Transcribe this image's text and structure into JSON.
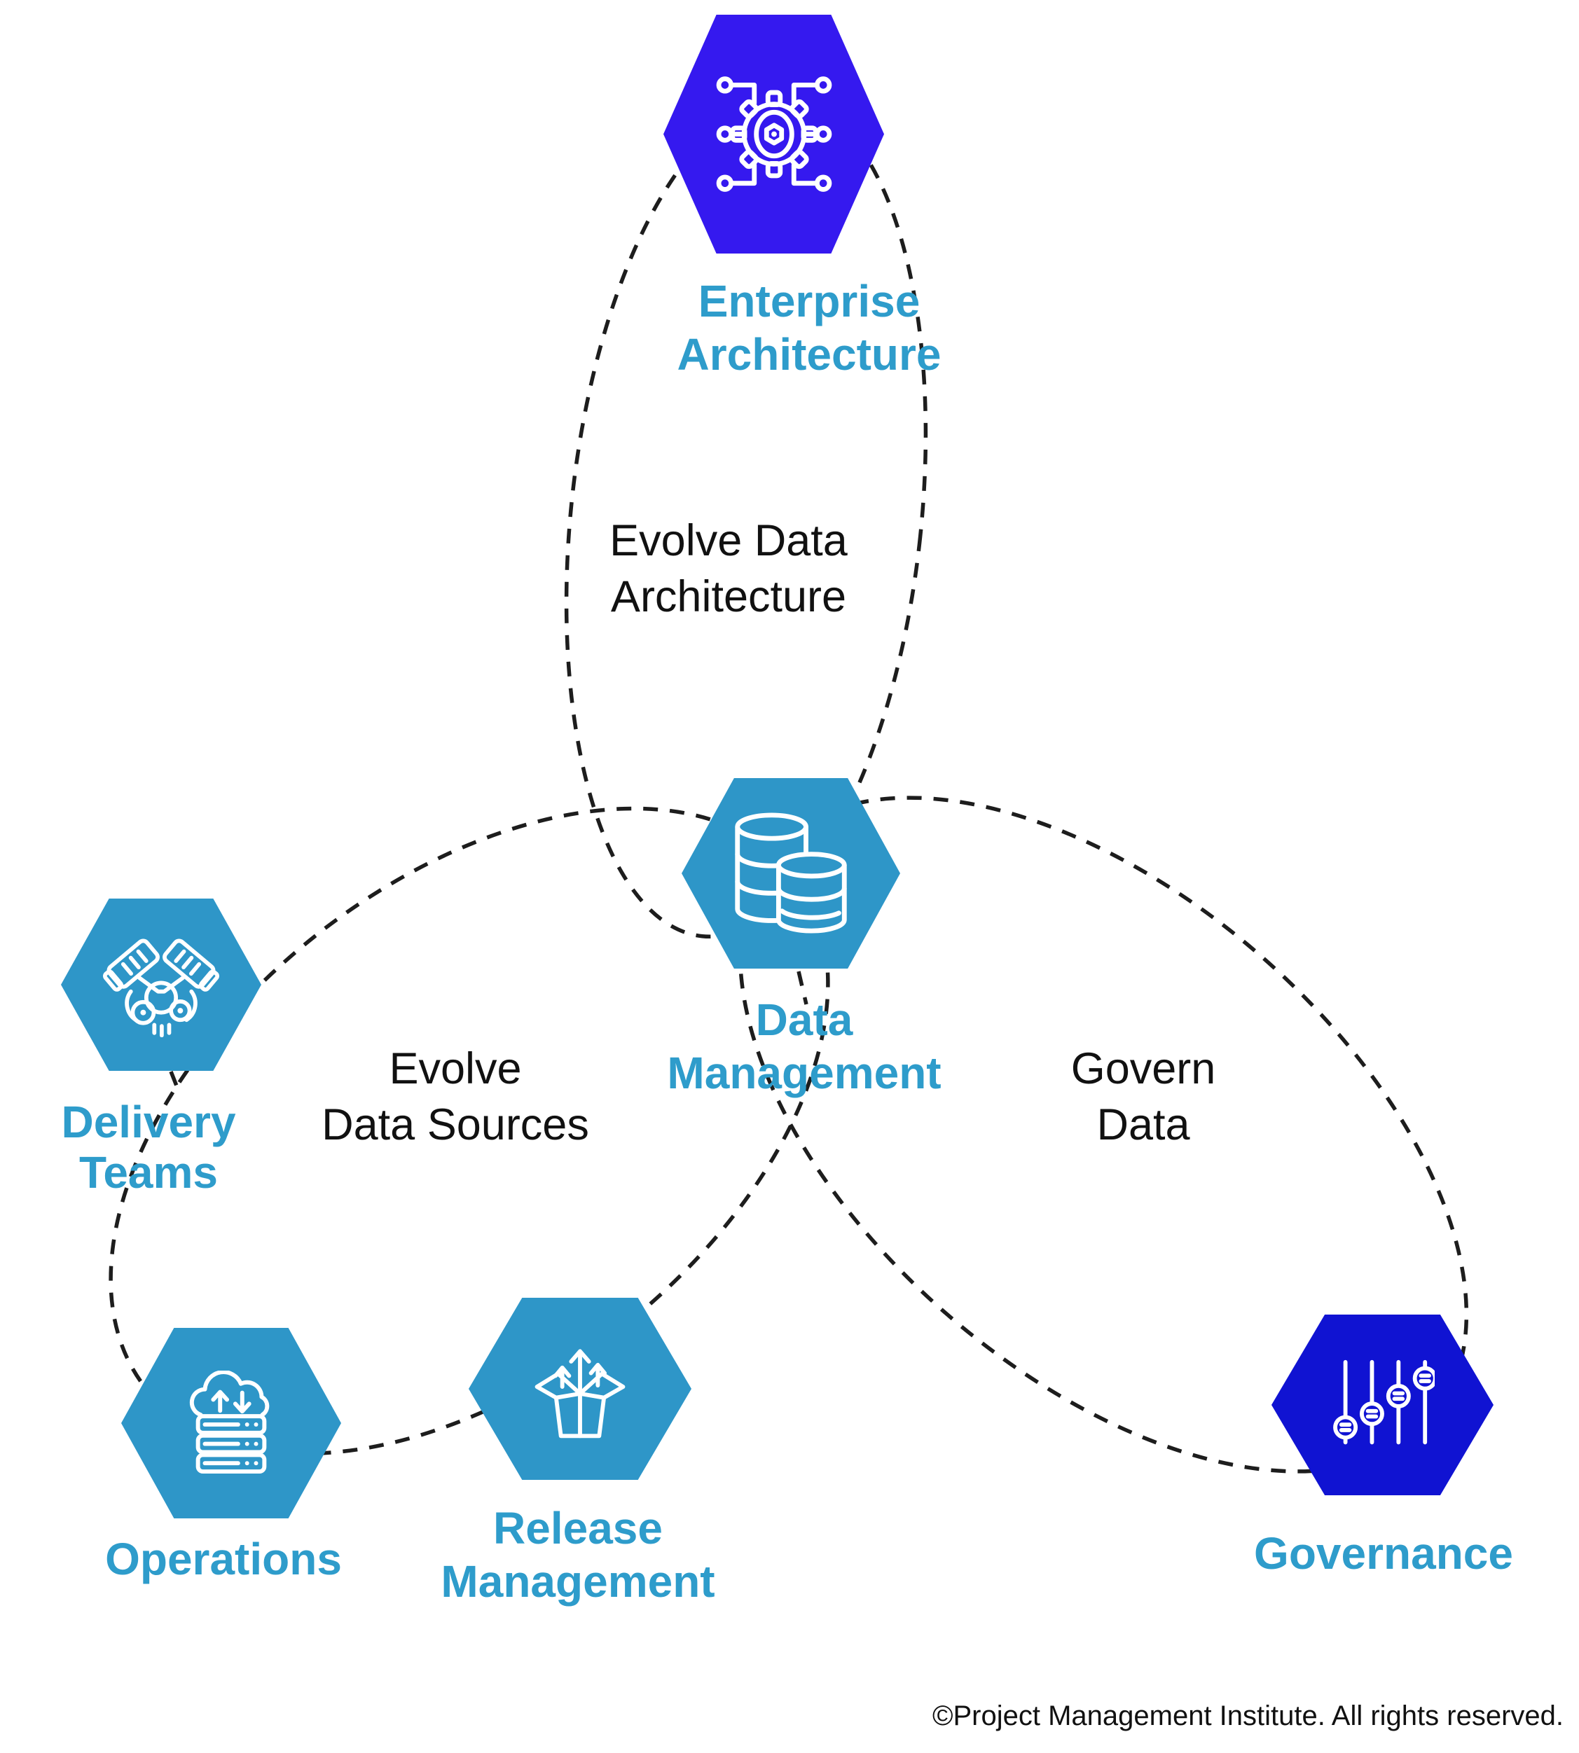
{
  "nodes": {
    "enterprise_architecture": {
      "line1": "Enterprise",
      "line2": "Architecture"
    },
    "data_management": {
      "line1": "Data",
      "line2": "Management"
    },
    "delivery_teams": {
      "line1": "Delivery",
      "line2": "Teams"
    },
    "operations": {
      "line1": "Operations"
    },
    "release_management": {
      "line1": "Release",
      "line2": "Management"
    },
    "governance": {
      "line1": "Governance"
    }
  },
  "relationships": {
    "evolve_data_architecture": {
      "line1": "Evolve Data",
      "line2": "Architecture"
    },
    "evolve_data_sources": {
      "line1": "Evolve",
      "line2": "Data Sources"
    },
    "govern_data": {
      "line1": "Govern",
      "line2": "Data"
    }
  },
  "icons": {
    "enterprise_architecture": "gear-network-icon",
    "data_management": "database-icon",
    "delivery_teams": "engine-icon",
    "operations": "cloud-server-icon",
    "release_management": "release-box-icon",
    "governance": "sliders-icon"
  },
  "colors": {
    "hexagon_teal": "#2E96C8",
    "hexagon_purple": "#3519EF",
    "hexagon_blue": "#1013D2",
    "label_teal": "#2E9CCB",
    "annotation_black": "#111111",
    "dashed_line": "#1D1D1D",
    "icon_stroke": "#FFFFFF"
  },
  "footer": {
    "copyright": "©Project Management Institute. All rights reserved."
  }
}
